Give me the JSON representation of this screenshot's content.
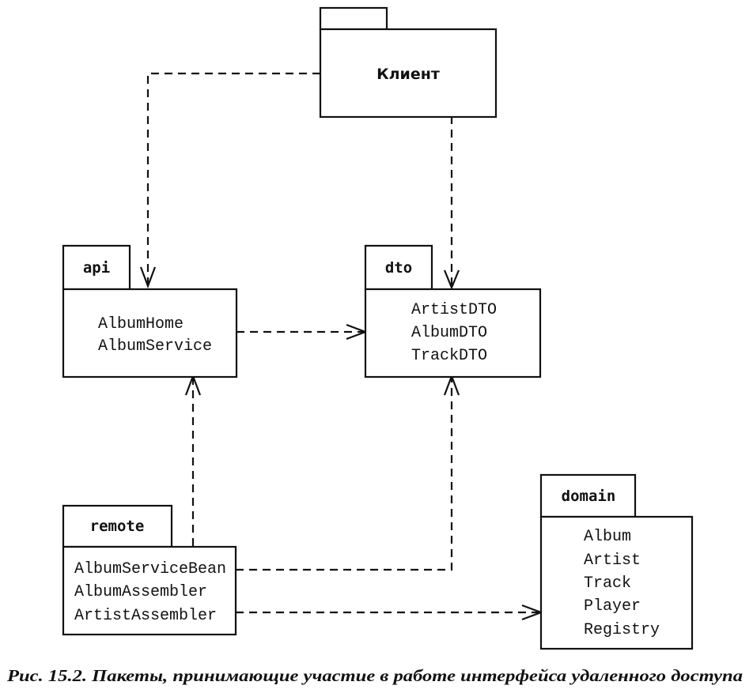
{
  "packages": {
    "client": {
      "name": "Клиент",
      "classes": []
    },
    "api": {
      "name": "api",
      "classes": [
        "AlbumHome",
        "AlbumService"
      ]
    },
    "dto": {
      "name": "dto",
      "classes": [
        "ArtistDTO",
        "AlbumDTO",
        "TrackDTO"
      ]
    },
    "remote": {
      "name": "remote",
      "classes": [
        "AlbumServiceBean",
        "AlbumAssembler",
        "ArtistAssembler"
      ]
    },
    "domain": {
      "name": "domain",
      "classes": [
        "Album",
        "Artist",
        "Track",
        "Player",
        "Registry"
      ]
    }
  },
  "dependencies": [
    {
      "from": "client",
      "to": "api"
    },
    {
      "from": "client",
      "to": "dto"
    },
    {
      "from": "api",
      "to": "dto"
    },
    {
      "from": "remote",
      "to": "api"
    },
    {
      "from": "remote",
      "to": "dto"
    },
    {
      "from": "remote",
      "to": "domain"
    }
  ],
  "caption": "Рис. 15.2. Пакеты, принимающие участие в работе интерфейса удаленного доступа"
}
